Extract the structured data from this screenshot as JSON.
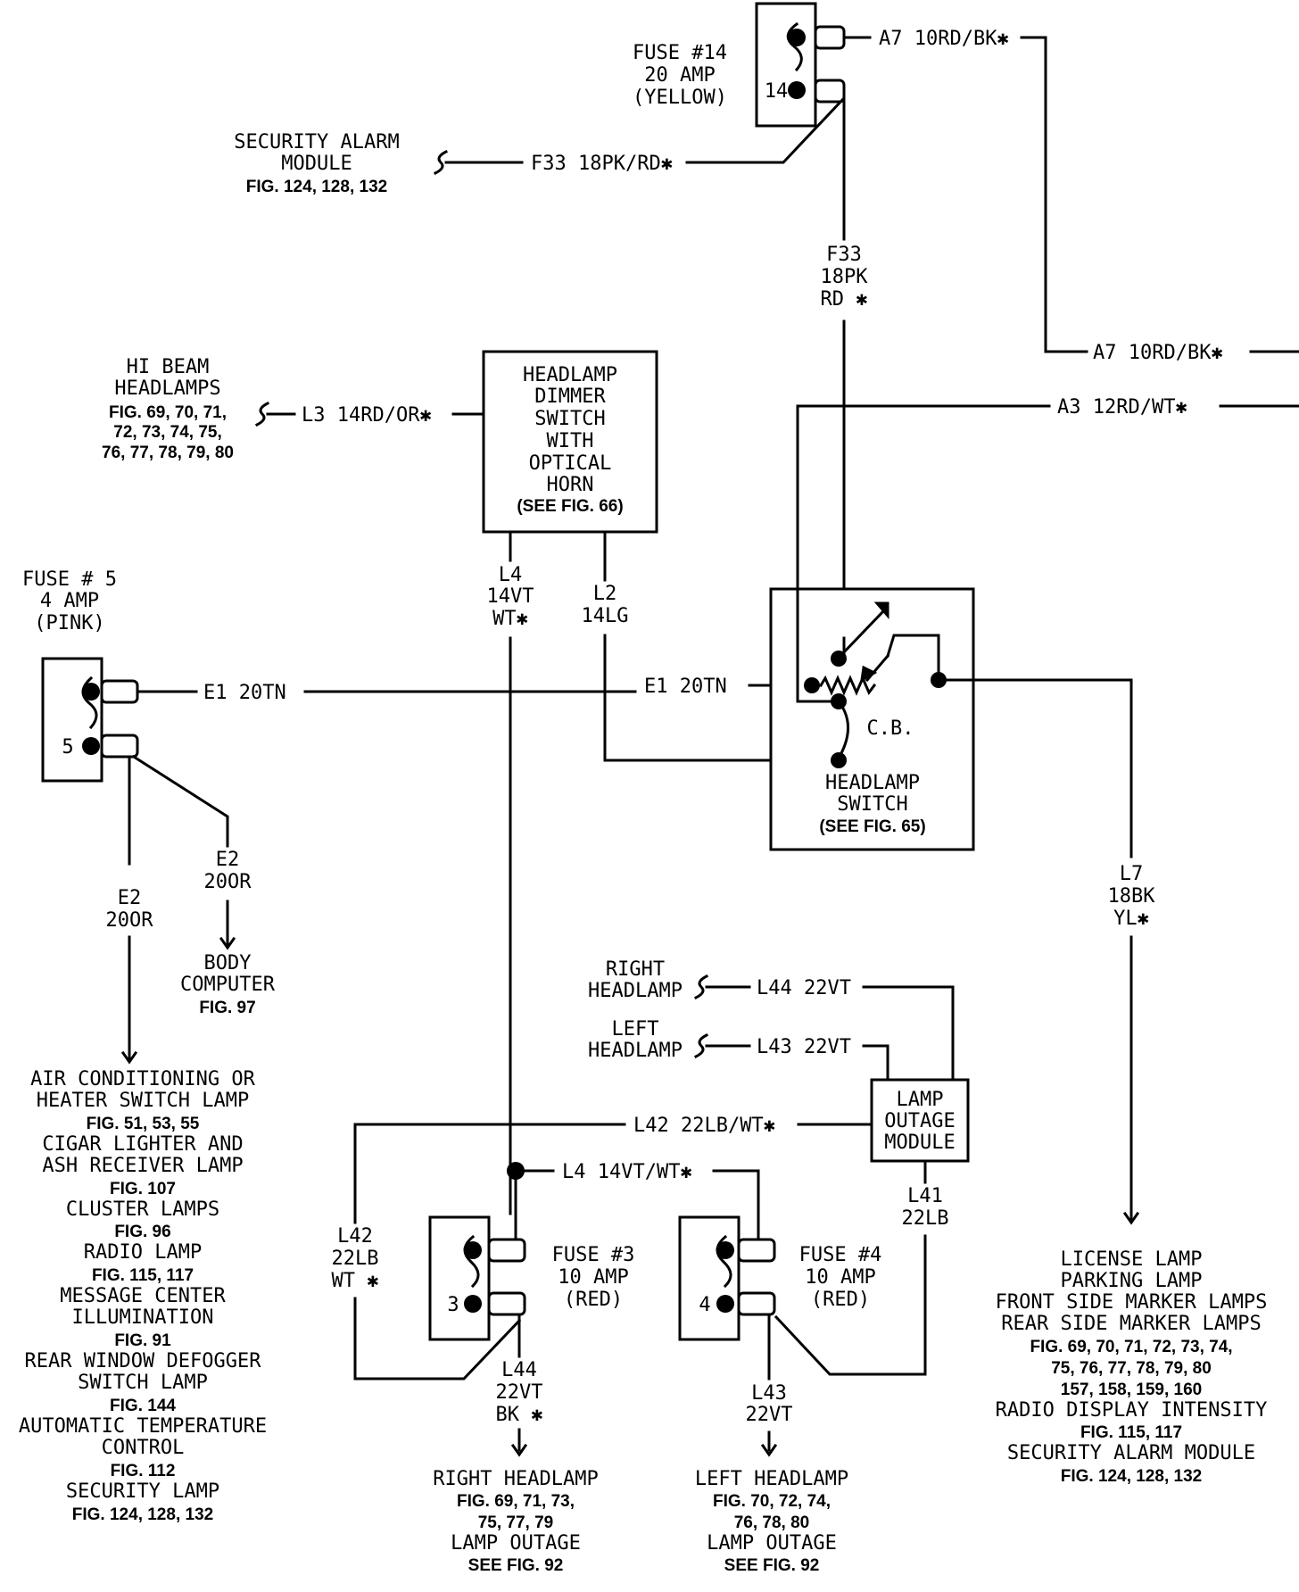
{
  "fuse14": {
    "l1": "FUSE #14",
    "l2": "20 AMP",
    "l3": "(YELLOW)",
    "num": "14"
  },
  "fuse5": {
    "l1": "FUSE # 5",
    "l2": "4 AMP",
    "l3": "(PINK)",
    "num": "5"
  },
  "fuse3": {
    "l1": "FUSE #3",
    "l2": "10 AMP",
    "l3": "(RED)",
    "num": "3"
  },
  "fuse4": {
    "l1": "FUSE #4",
    "l2": "10 AMP",
    "l3": "(RED)",
    "num": "4"
  },
  "wires": {
    "a7_top": "A7 10RD/BK✱",
    "a7_right": "A7 10RD/BK✱",
    "a3": "A3 12RD/WT✱",
    "f33_h": "F33 18PK/RD✱",
    "f33_v": [
      "F33",
      "18PK",
      "RD ✱"
    ],
    "l3": "L3 14RD/OR✱",
    "l4_v": [
      "L4",
      "14VT",
      "WT✱"
    ],
    "l2_v": [
      "L2",
      "14LG"
    ],
    "e1_left": "E1 20TN",
    "e1_right": "E1 20TN",
    "e2_a": [
      "E2",
      "20OR"
    ],
    "e2_b": [
      "E2",
      "20OR"
    ],
    "l7_v": [
      "L7",
      "18BK",
      "YL✱"
    ],
    "l44_h": "L44 22VT",
    "l43_h": "L43 22VT",
    "l42_h": "L42 22LB/WT✱",
    "l4_h": "L4 14VT/WT✱",
    "l41_v": [
      "L41",
      "22LB"
    ],
    "l42_v": [
      "L42",
      "22LB",
      "WT ✱"
    ],
    "l44_v": [
      "L44",
      "22VT",
      "BK ✱"
    ],
    "l43_v": [
      "L43",
      "22VT"
    ]
  },
  "security_alarm": {
    "l1": "SECURITY ALARM",
    "l2": "MODULE",
    "fig": "FIG. 124, 128, 132"
  },
  "hi_beam": {
    "l1": "HI BEAM",
    "l2": "HEADLAMPS",
    "f1": "FIG. 69, 70, 71,",
    "f2": "72, 73, 74, 75,",
    "f3": "76, 77, 78, 79, 80"
  },
  "dimmer": {
    "l1": "HEADLAMP",
    "l2": "DIMMER",
    "l3": "SWITCH",
    "l4": "WITH",
    "l5": "OPTICAL",
    "l6": "HORN",
    "fig": "(SEE FIG. 66)"
  },
  "headlamp_switch": {
    "cb": "C.B.",
    "l1": "HEADLAMP",
    "l2": "SWITCH",
    "fig": "(SEE FIG. 65)"
  },
  "body_computer": {
    "l1": "BODY",
    "l2": "COMPUTER",
    "fig": "FIG. 97"
  },
  "left_list": {
    "ac1": "AIR CONDITIONING OR",
    "ac2": "HEATER SWITCH LAMP",
    "ac_fig": "FIG. 51, 53, 55",
    "cig1": "CIGAR LIGHTER AND",
    "cig2": "ASH RECEIVER LAMP",
    "cig_fig": "FIG. 107",
    "cl": "CLUSTER LAMPS",
    "cl_fig": "FIG. 96",
    "rl": "RADIO LAMP",
    "rl_fig": "FIG. 115, 117",
    "mc1": "MESSAGE CENTER",
    "mc2": "ILLUMINATION",
    "mc_fig": "FIG. 91",
    "rw1": "REAR WINDOW DEFOGGER",
    "rw2": "SWITCH LAMP",
    "rw_fig": "FIG. 144",
    "at1": "AUTOMATIC TEMPERATURE",
    "at2": "CONTROL",
    "at_fig": "FIG. 112",
    "sl": "SECURITY LAMP",
    "sl_fig": "FIG. 124, 128, 132"
  },
  "right_list": {
    "l1": "LICENSE LAMP",
    "l2": "PARKING LAMP",
    "l3": "FRONT SIDE MARKER LAMPS",
    "l4": "REAR SIDE MARKER LAMPS",
    "f1": "FIG. 69, 70, 71, 72, 73, 74,",
    "f2": "75, 76, 77, 78, 79, 80",
    "f3": "157, 158, 159, 160",
    "rd": "RADIO DISPLAY INTENSITY",
    "rd_fig": "FIG. 115, 117",
    "sa": "SECURITY ALARM MODULE",
    "sa_fig": "FIG. 124, 128, 132"
  },
  "right_headlamp_label": {
    "l1": "RIGHT",
    "l2": "HEADLAMP"
  },
  "left_headlamp_label": {
    "l1": "LEFT",
    "l2": "HEADLAMP"
  },
  "lamp_outage": {
    "l1": "LAMP",
    "l2": "OUTAGE",
    "l3": "MODULE"
  },
  "right_headlamp_bottom": {
    "l1": "RIGHT HEADLAMP",
    "f1": "FIG. 69, 71, 73,",
    "f2": "75, 77, 79",
    "l2": "LAMP OUTAGE",
    "f3": "SEE FIG. 92"
  },
  "left_headlamp_bottom": {
    "l1": "LEFT HEADLAMP",
    "f1": "FIG. 70, 72, 74,",
    "f2": "76, 78, 80",
    "l2": "LAMP OUTAGE",
    "f3": "SEE FIG. 92"
  }
}
